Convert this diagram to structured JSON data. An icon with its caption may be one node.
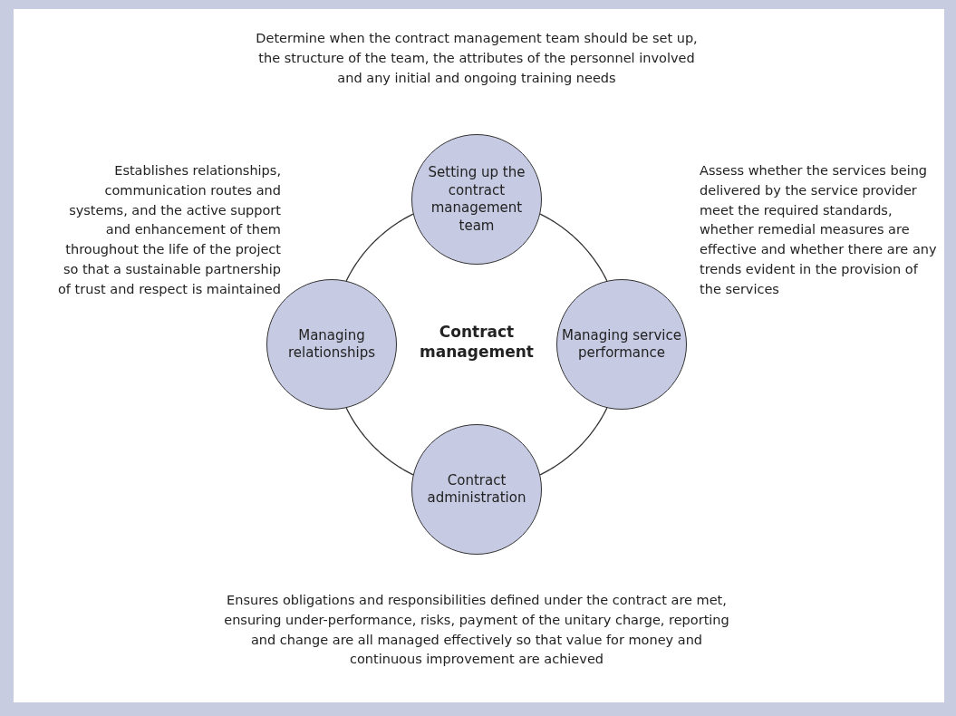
{
  "diagram": {
    "nodes": [
      {
        "text": [
          "Setting up the contract management team"
        ],
        "beside": [
          "Determine when the contract management team should be set up, the structure of the team, the attributes of the personnel involved and any initial and ongoing training needs"
        ]
      },
      {
        "text": [
          "Managing relationships"
        ],
        "beside": [
          "Establishes relationships, communication routes and systems, and the active support and enhancement of them throughout the life of the project so that a sustainable partnership of trust and respect is maintained"
        ]
      },
      {
        "text": [
          "Managing service performance"
        ],
        "beside": [
          "Assess whether the services being delivered by the service provider meet the required standards, whether remedial measures are effective and whether there are any trends evident in the provision of the services"
        ]
      },
      {
        "text": [
          "Contract administration"
        ],
        "beside": [
          "Ensures obligations and responsibilities defined under the contract are met, ensuring under-performance, risks, payment of the unitary charge, reporting and change are all managed effectively so that value for money and continuous improvement are achieved"
        ]
      }
    ],
    "edges": [
      {
        "from": 0,
        "to": 2,
        "arrow": "none"
      },
      {
        "from": 2,
        "to": 3,
        "arrow": "none"
      },
      {
        "from": 3,
        "to": 1,
        "arrow": "none"
      },
      {
        "from": 1,
        "to": 0,
        "arrow": "none"
      }
    ],
    "labels": [
      "Contract management"
    ]
  }
}
